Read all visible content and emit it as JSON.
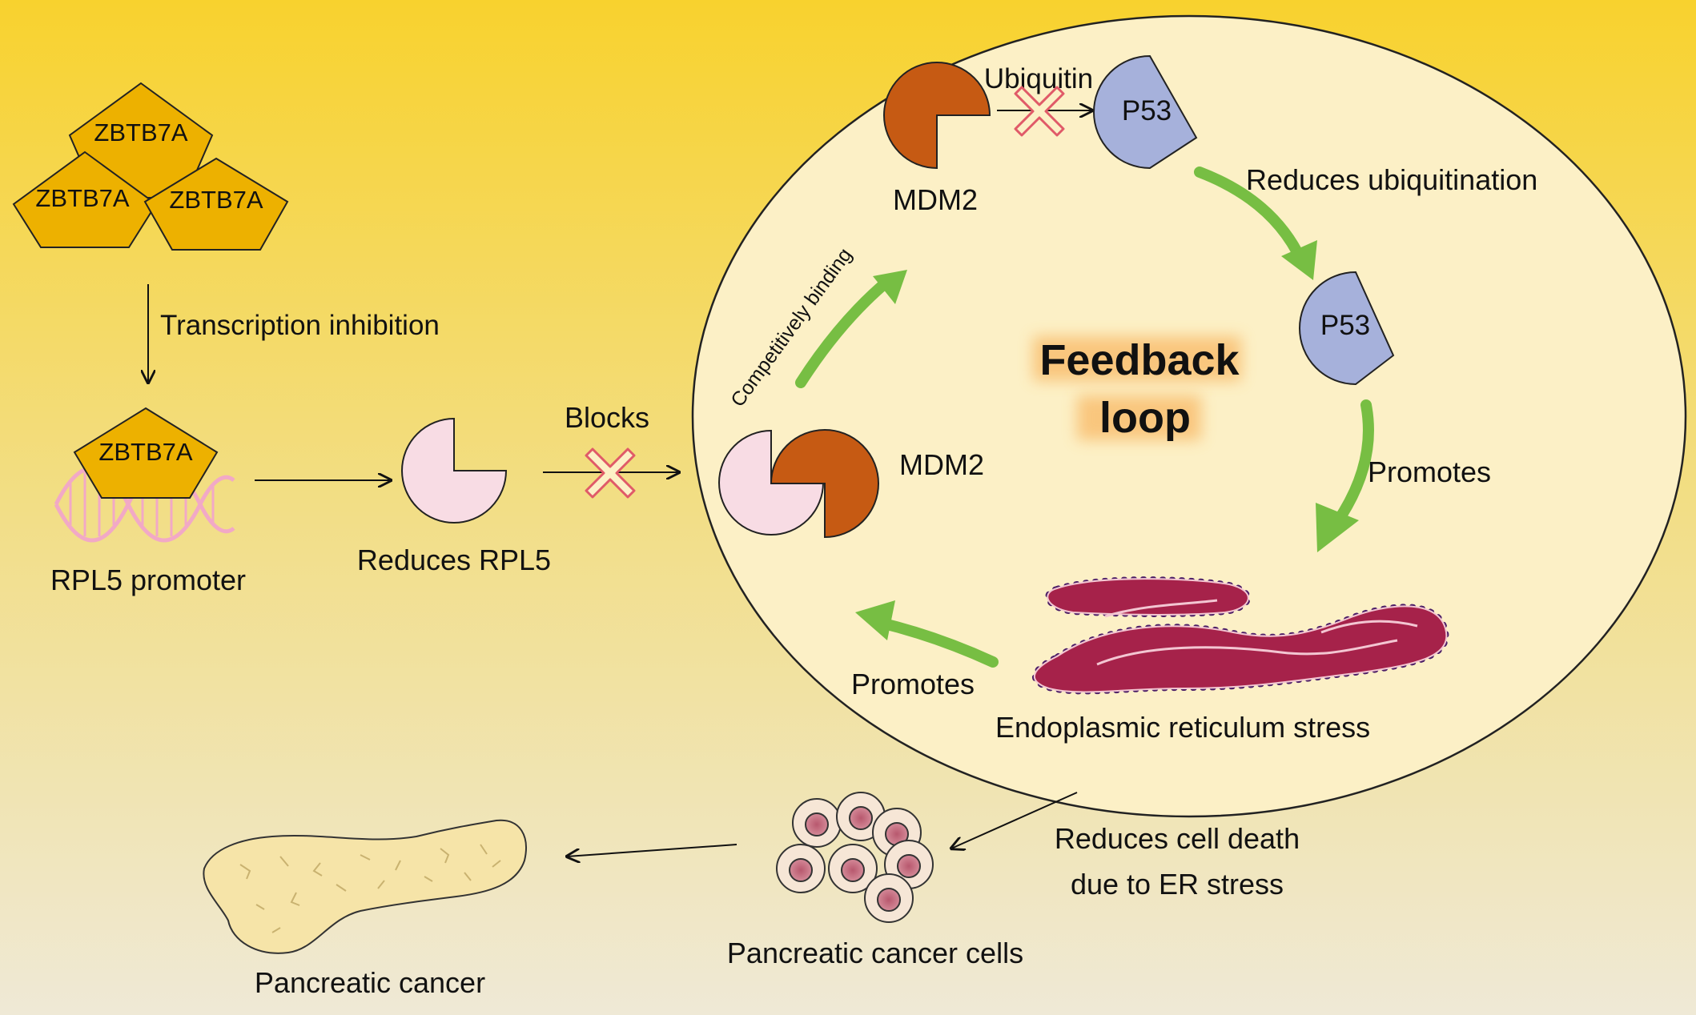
{
  "labels": {
    "zbtb7a_1": "ZBTB7A",
    "zbtb7a_2": "ZBTB7A",
    "zbtb7a_3": "ZBTB7A",
    "zbtb7a_4": "ZBTB7A",
    "transcription_inhibition": "Transcription inhibition",
    "rpl5_promoter": "RPL5 promoter",
    "reduces_rpl5": "Reduces RPL5",
    "blocks": "Blocks",
    "mdm2_top": "MDM2",
    "mdm2_mid": "MDM2",
    "ubiquitin": "Ubiquitin",
    "p53_top": "P53",
    "p53_right": "P53",
    "reduces_ubiquitination": "Reduces ubiquitination",
    "competitively_binding": "Competitively binding",
    "feedback_line1": "Feedback",
    "feedback_line2": "loop",
    "promotes_right": "Promotes",
    "promotes_left": "Promotes",
    "er_stress": "Endoplasmic reticulum stress",
    "reduces_cell_death_line1": "Reduces cell death",
    "reduces_cell_death_line2": "due to ER stress",
    "pancreatic_cancer_cells": "Pancreatic cancer cells",
    "pancreatic_cancer": "Pancreatic cancer"
  },
  "colors": {
    "background_top": "#F8D22E",
    "background_bottom": "#EFE9D6",
    "cell_fill": "#FCF0C6",
    "zbtb7a_fill": "#EDB100",
    "mdm2_fill": "#C65A13",
    "rpl5_fill": "#F8DCE4",
    "p53_fill": "#A6B1DB",
    "green_arrow": "#77BE43",
    "block_cross": "#E05A68",
    "er_fill": "#A6224A",
    "er_dots": "#4B1E66",
    "feedback_glow": "#F7A443"
  },
  "icons": {
    "dna": "dna-helix-icon",
    "block": "cross-block-icon",
    "er": "endoplasmic-reticulum-icon",
    "cells": "cancer-cell-cluster-icon",
    "pancreas": "pancreas-organ-icon"
  }
}
